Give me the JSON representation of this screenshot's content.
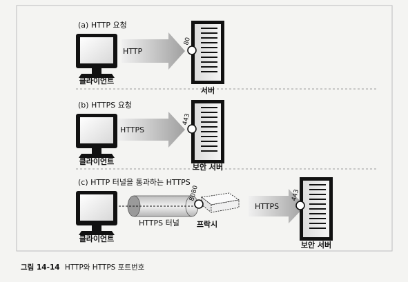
{
  "panels": [
    {
      "title": "(a) HTTP 요청",
      "client_label": "클라이언트",
      "arrow_label": "HTTP",
      "port": "80",
      "server_label": "서버"
    },
    {
      "title": "(b) HTTPS 요청",
      "client_label": "클라이언트",
      "arrow_label": "HTTPS",
      "port": "443",
      "server_label": "보안 서버"
    },
    {
      "title": "(c) HTTP 터널을 통과하는 HTTPS",
      "client_label": "클라이언트",
      "tunnel_label": "HTTPS 터널",
      "proxy_port": "8080",
      "proxy_label": "프락시",
      "arrow_label": "HTTPS",
      "port": "443",
      "server_label": "보안 서버"
    }
  ],
  "caption": {
    "number": "그림 14-14",
    "text": "HTTP와 HTTPS 포트번호"
  },
  "colors": {
    "background": "#f4f4f2",
    "frame": "#bdbdbd",
    "ink": "#111111",
    "arrow_dark": "#9a9a9a",
    "arrow_light": "#f0f0f0"
  }
}
